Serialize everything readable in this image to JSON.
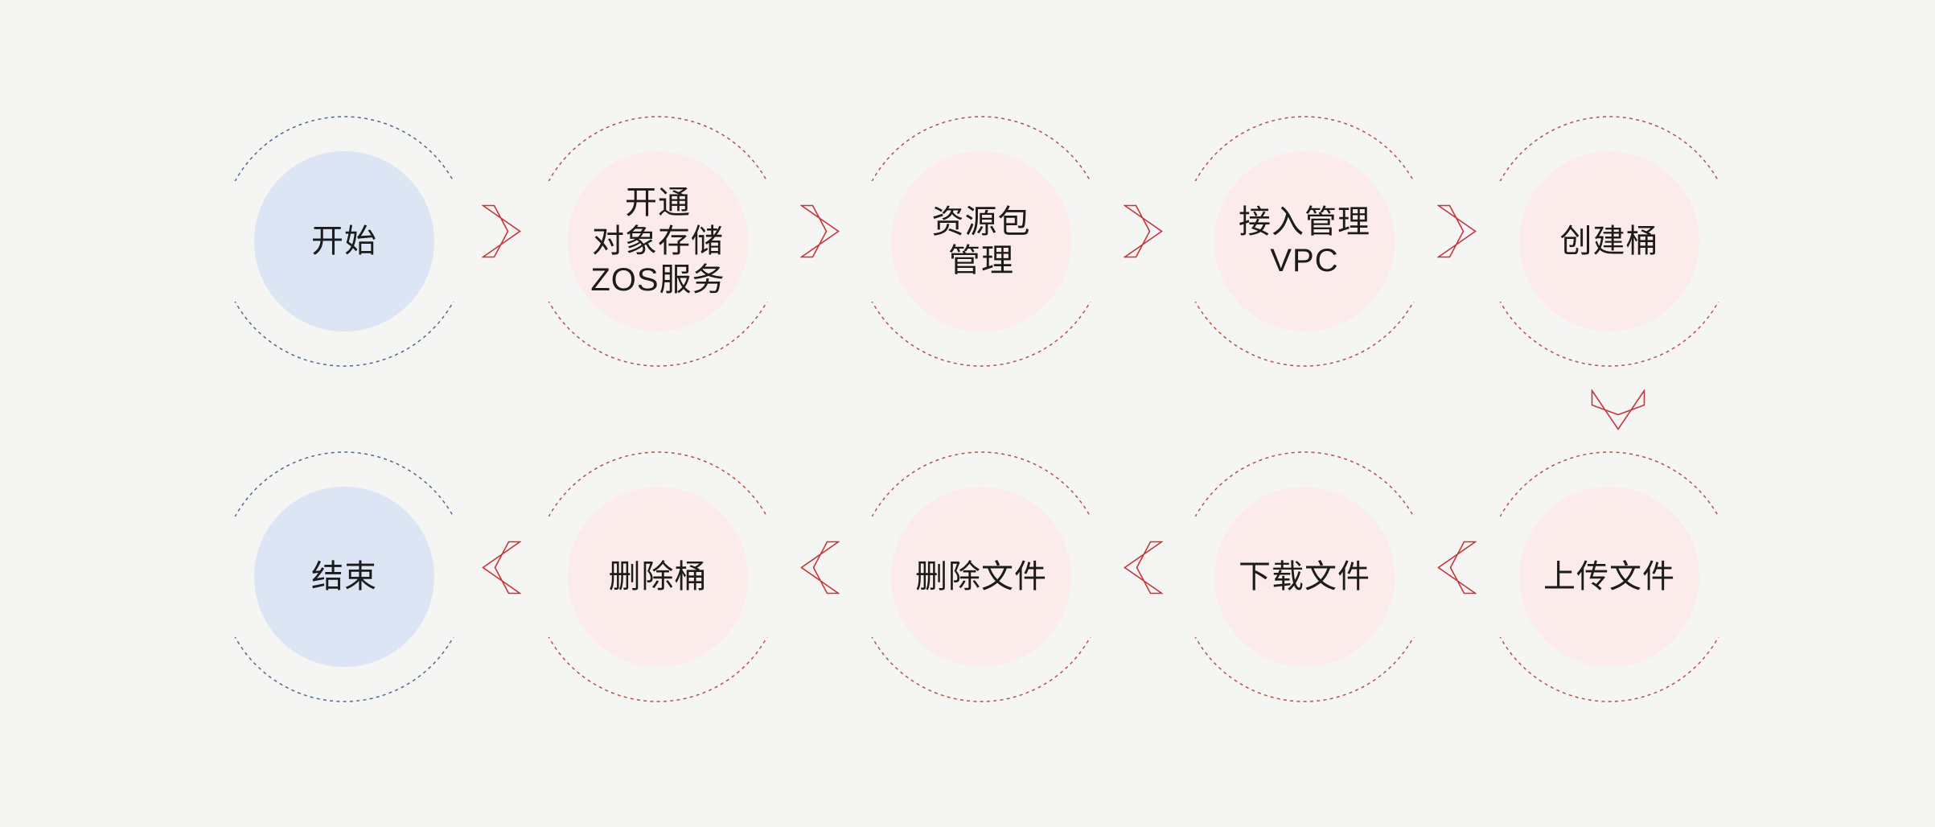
{
  "colors": {
    "background": "#f5f5f4",
    "node_pink_fill": "#fcebeb",
    "node_blue_fill": "#dbe5f3",
    "ring_red": "#b3524f",
    "ring_blue": "#4a6b94",
    "arrow_red": "#c4353c",
    "text": "#1c1c1c"
  },
  "flow": {
    "rows": [
      {
        "arrow_direction": "right",
        "order": "left-to-right",
        "nodes": [
          {
            "label": "开始",
            "variant": "blue"
          },
          {
            "label": "开通\n对象存储\nZOS服务",
            "variant": "pink"
          },
          {
            "label": "资源包\n管理",
            "variant": "pink"
          },
          {
            "label": "接入管理\nVPC",
            "variant": "pink"
          },
          {
            "label": "创建桶",
            "variant": "pink"
          }
        ]
      },
      {
        "arrow_direction": "left",
        "order": "right-to-left",
        "nodes": [
          {
            "label": "上传文件",
            "variant": "pink"
          },
          {
            "label": "下载文件",
            "variant": "pink"
          },
          {
            "label": "删除文件",
            "variant": "pink"
          },
          {
            "label": "删除桶",
            "variant": "pink"
          },
          {
            "label": "结束",
            "variant": "blue"
          }
        ]
      }
    ],
    "connector_between_rows": "down"
  }
}
